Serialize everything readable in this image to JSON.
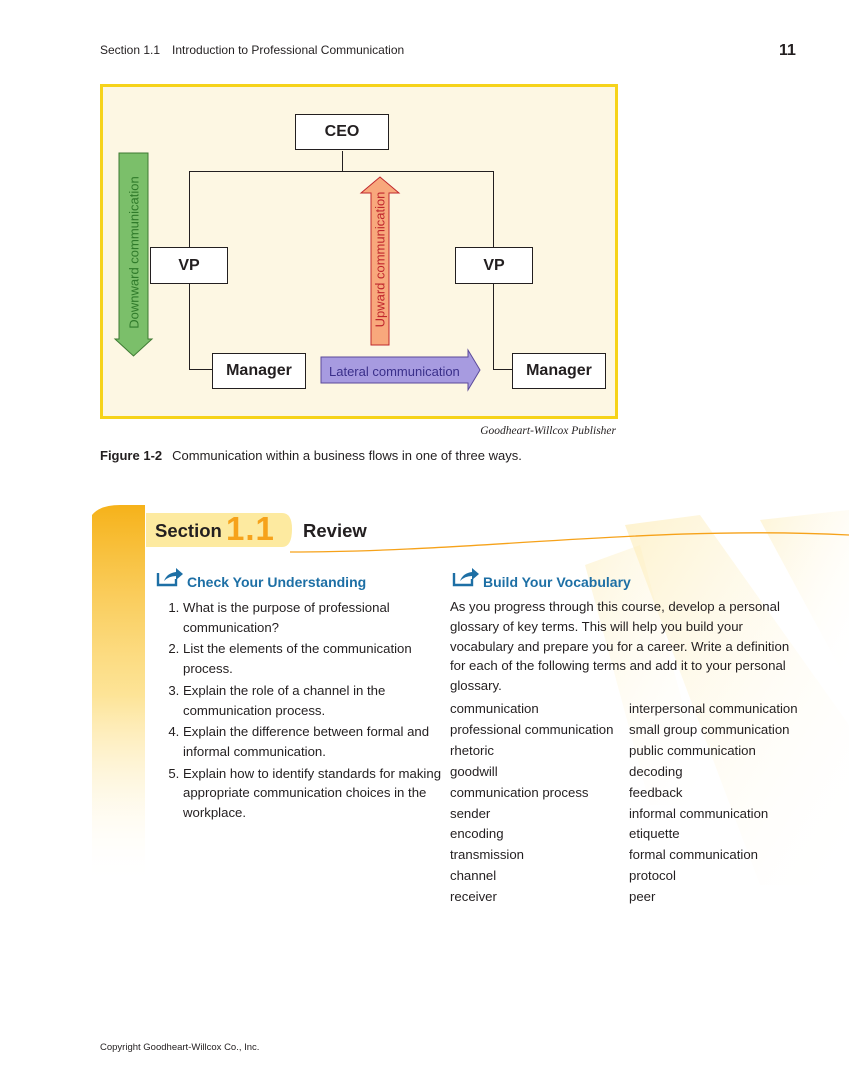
{
  "header": {
    "section": "Section 1.1",
    "chapter_title": "Introduction to Professional Communication",
    "page_number": "11"
  },
  "figure": {
    "ceo": "CEO",
    "vp_left": "VP",
    "vp_right": "VP",
    "manager_left": "Manager",
    "manager_right": "Manager",
    "downward": "Downward communication",
    "upward": "Upward communication",
    "lateral": "Lateral communication",
    "credit": "Goodheart-Willcox Publisher",
    "caption_label": "Figure 1-2",
    "caption_text": "Communication within a business flows in one of three ways.",
    "colors": {
      "frame": "#f6d31a",
      "downward": "#7bbf6a",
      "upward": "#f8a87c",
      "lateral": "#9b8fd0"
    }
  },
  "review": {
    "section_word": "Section",
    "section_number": "1.1",
    "review_word": "Review",
    "check": {
      "heading": "Check Your Understanding",
      "questions": [
        "What is the purpose of professional communication?",
        "List the elements of the communication process.",
        "Explain the role of a channel in the communication process.",
        "Explain the difference between formal and informal communication.",
        "Explain how to identify standards for making appropriate communication choices in the workplace."
      ]
    },
    "vocab": {
      "heading": "Build Your Vocabulary",
      "intro": "As you progress through this course, develop a personal glossary of key terms. This will help you build your vocabulary and prepare you for a career. Write a definition for each of the following terms and add it to your personal glossary.",
      "col1": [
        "communication",
        "professional communication",
        "rhetoric",
        "goodwill",
        "communication process",
        "sender",
        "encoding",
        "transmission",
        "channel",
        "receiver"
      ],
      "col2": [
        "interpersonal communication",
        "small group communication",
        "public communication",
        "decoding",
        "feedback",
        "informal communication",
        "etiquette",
        "formal communication",
        "protocol",
        "peer"
      ]
    },
    "colors": {
      "accent": "#f6a21a",
      "heading_blue": "#1d6fa5"
    }
  },
  "footer": {
    "copyright": "Copyright Goodheart-Willcox Co., Inc."
  }
}
